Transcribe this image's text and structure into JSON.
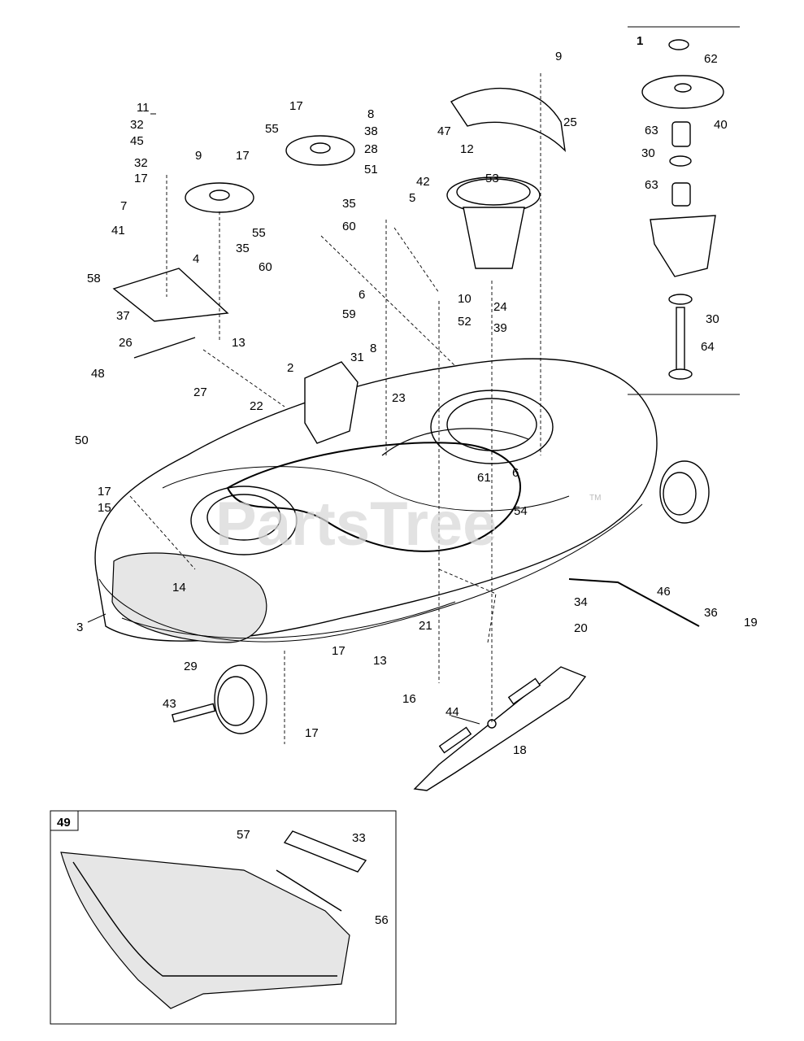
{
  "watermark": "PartsTree",
  "trademark": "TM",
  "insets": {
    "top_right_tag": "1",
    "bottom_left_tag": "49"
  },
  "labels": {
    "p1": "1",
    "p2": "2",
    "p3": "3",
    "p4": "4",
    "p5": "5",
    "p6a": "6",
    "p6b": "6",
    "p7": "7",
    "p8a": "8",
    "p8b": "8",
    "p9a": "9",
    "p9b": "9",
    "p10": "10",
    "p11": "11",
    "p12": "12",
    "p13a": "13",
    "p13b": "13",
    "p14": "14",
    "p15": "15",
    "p16": "16",
    "p17a": "17",
    "p17b": "17",
    "p17c": "17",
    "p17d": "17",
    "p17e": "17",
    "p17f": "17",
    "p18": "18",
    "p19": "19",
    "p20": "20",
    "p21": "21",
    "p22": "22",
    "p23": "23",
    "p24": "24",
    "p25": "25",
    "p26": "26",
    "p27": "27",
    "p28": "28",
    "p29": "29",
    "p30a": "30",
    "p30b": "30",
    "p31": "31",
    "p32a": "32",
    "p32b": "32",
    "p33": "33",
    "p34": "34",
    "p35a": "35",
    "p35b": "35",
    "p36": "36",
    "p37": "37",
    "p38": "38",
    "p39": "39",
    "p40": "40",
    "p41": "41",
    "p42": "42",
    "p43": "43",
    "p44": "44",
    "p45": "45",
    "p46": "46",
    "p47": "47",
    "p48": "48",
    "p50": "50",
    "p51": "51",
    "p52": "52",
    "p53": "53",
    "p54": "54",
    "p55a": "55",
    "p55b": "55",
    "p56": "56",
    "p57": "57",
    "p58": "58",
    "p59": "59",
    "p60a": "60",
    "p60b": "60",
    "p61": "61",
    "p62": "62",
    "p63a": "63",
    "p63b": "63",
    "p64": "64"
  }
}
